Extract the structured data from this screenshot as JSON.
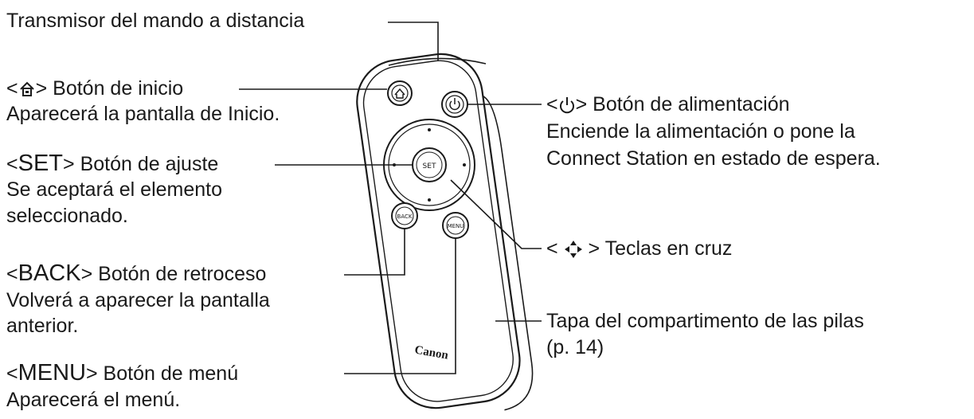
{
  "labels": {
    "transmitter": "Transmisor del mando a distancia",
    "home_key": "Botón de inicio",
    "home_desc": "Aparecerá la pantalla de Inicio.",
    "set_key": "SET",
    "set_title": "Botón de ajuste",
    "set_desc_1": "Se aceptará el elemento",
    "set_desc_2": "seleccionado.",
    "back_key": "BACK",
    "back_title": "Botón de retroceso",
    "back_desc_1": "Volverá a aparecer la pantalla",
    "back_desc_2": "anterior.",
    "menu_key": "MENU",
    "menu_title": "Botón de menú",
    "menu_desc": "Aparecerá el menú.",
    "power_title": "Botón de alimentación",
    "power_desc_1": "Enciende la alimentación o pone la",
    "power_desc_2": "Connect Station en estado de espera.",
    "cross_title": "Teclas en cruz",
    "battery_title": "Tapa del compartimento de las pilas",
    "battery_ref": "(p. 14)"
  },
  "remote": {
    "brand": "Canon",
    "set_label": "SET",
    "back_label": "BACK",
    "menu_label": "MENU"
  },
  "icons": [
    "home-icon",
    "power-icon",
    "cross-keys-icon"
  ]
}
